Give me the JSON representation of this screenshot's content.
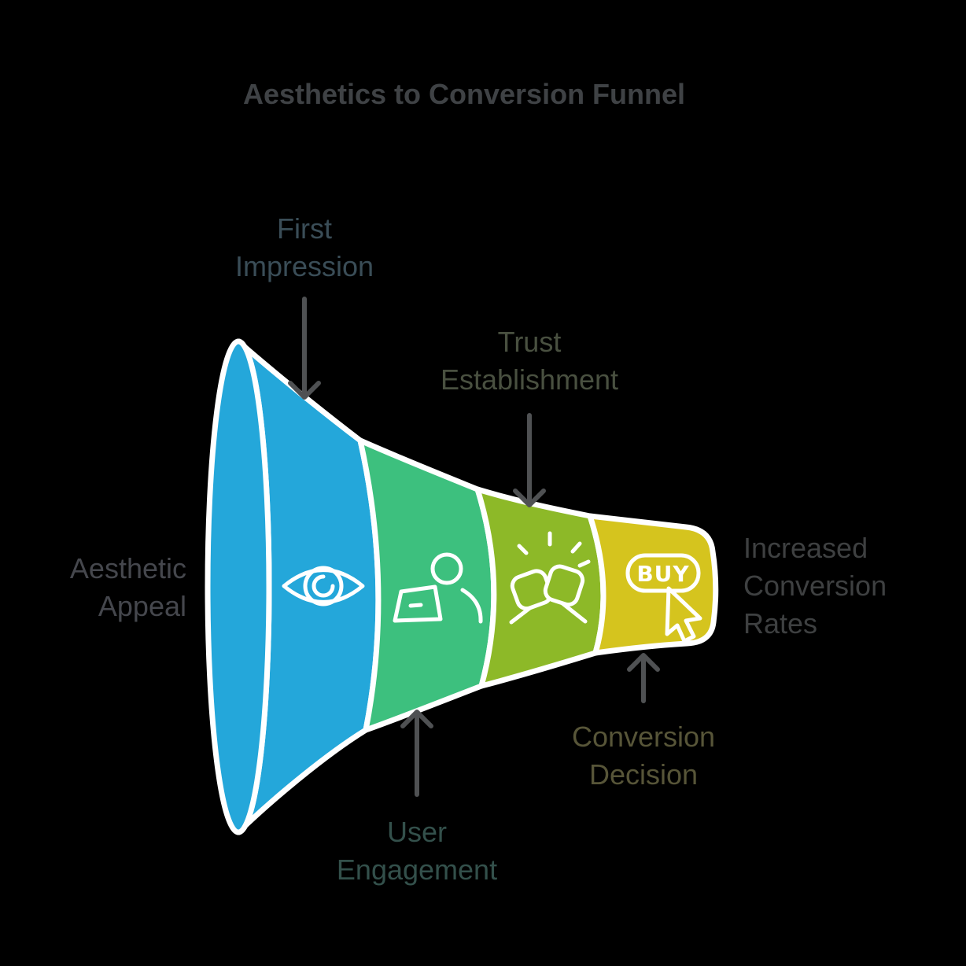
{
  "title": "Aesthetics to Conversion Funnel",
  "palette": {
    "background": "#000000",
    "outline": "#FFFFFF",
    "arrow": "#4F5153",
    "title_color": "#3F4245"
  },
  "funnel": {
    "stages": [
      {
        "name": "First Impression",
        "label_line1": "First",
        "label_line2": "Impression",
        "label_position": "above",
        "color": "#24A7DA",
        "label_color": "#3A4D57",
        "icon": "eye-icon"
      },
      {
        "name": "User Engagement",
        "label_line1": "User",
        "label_line2": "Engagement",
        "label_position": "below",
        "color": "#3DC07E",
        "label_color": "#33504B",
        "icon": "person-laptop-icon"
      },
      {
        "name": "Trust Establishment",
        "label_line1": "Trust",
        "label_line2": "Establishment",
        "label_position": "above",
        "color": "#8DB928",
        "label_color": "#495040",
        "icon": "fist-bump-icon"
      },
      {
        "name": "Conversion Decision",
        "label_line1": "Conversion",
        "label_line2": "Decision",
        "label_position": "below",
        "color": "#D5C41E",
        "label_color": "#575538",
        "icon": "buy-cursor-icon"
      }
    ],
    "input_label": {
      "line1": "Aesthetic",
      "line2": "Appeal",
      "color": "#45474D"
    },
    "output_label": {
      "line1": "Increased",
      "line2": "Conversion",
      "line3": "Rates",
      "color": "#3E4041"
    },
    "buy_text": "BUY"
  }
}
